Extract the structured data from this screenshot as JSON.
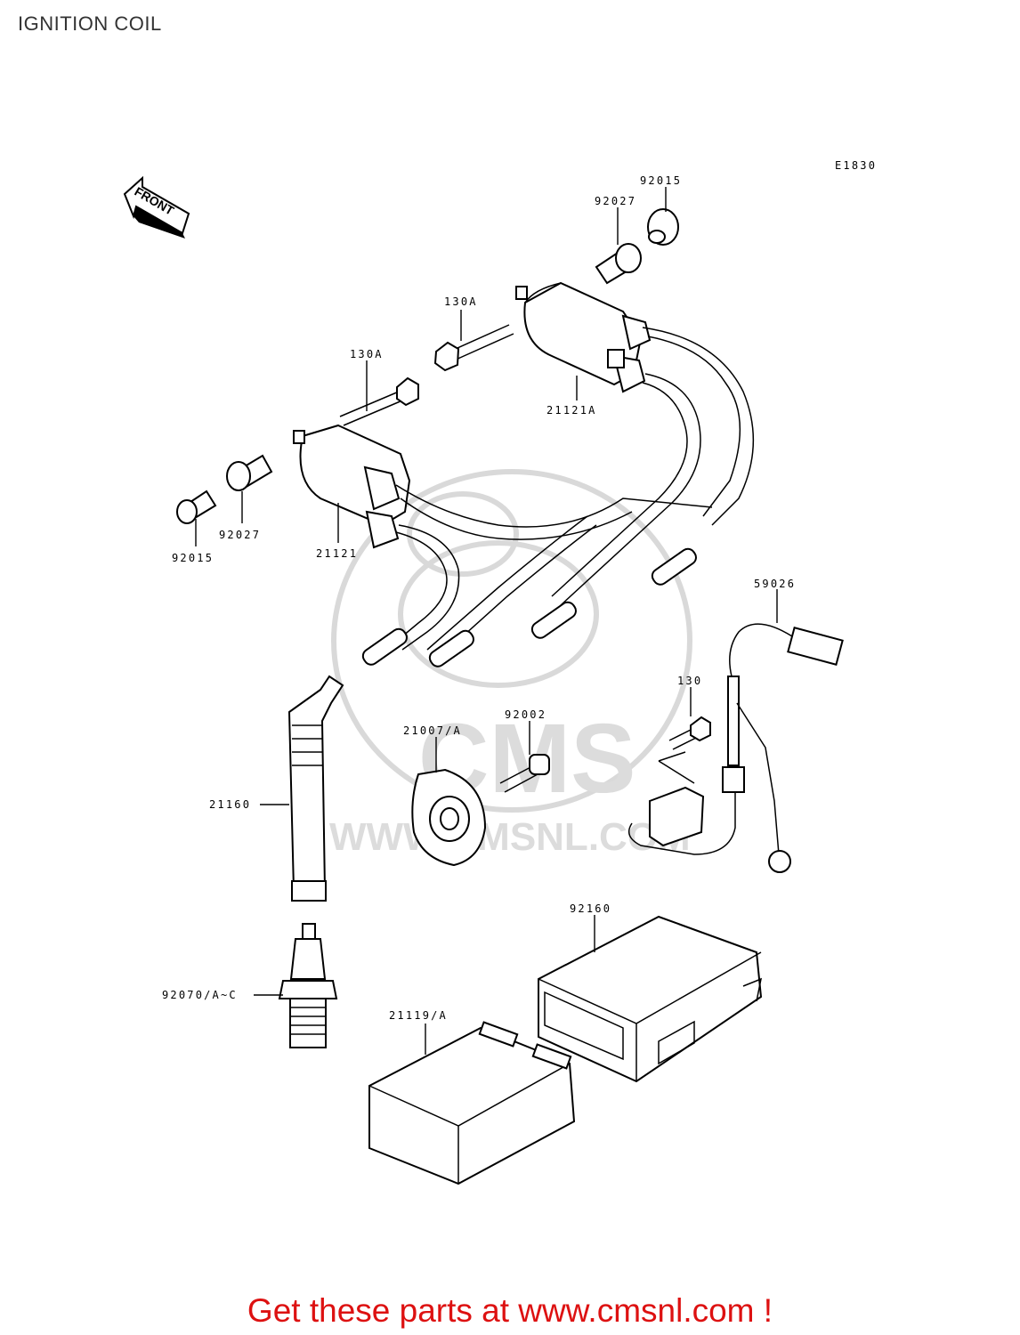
{
  "page": {
    "title": "IGNITION COIL"
  },
  "diagram": {
    "code": "E1830",
    "front_label": "FRONT",
    "watermark": {
      "brand": "CMS",
      "url": "WWW.CMSNL.COM",
      "brand_color": "#d9d9d9"
    },
    "callouts": {
      "p92015_top": "92015",
      "p92027_top": "92027",
      "p130a_top": "130A",
      "p130a_left": "130A",
      "p21121a": "21121A",
      "p92027_left": "92027",
      "p92015_left": "92015",
      "p21121": "21121",
      "p59026": "59026",
      "p130": "130",
      "p92002": "92002",
      "p21007a": "21007/A",
      "p21160": "21160",
      "p92160": "92160",
      "p92070": "92070/A~C",
      "p21119a": "21119/A"
    }
  },
  "footer": {
    "text": "Get these parts at www.cmsnl.com !",
    "color": "#dd1111"
  }
}
